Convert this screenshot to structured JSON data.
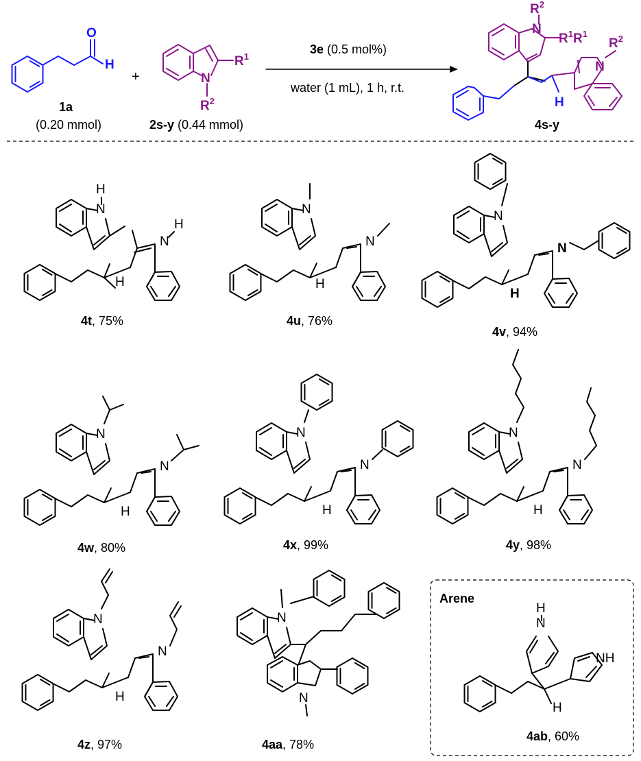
{
  "colors": {
    "blue": "#1a1aff",
    "purple": "#8b1a8b",
    "black": "#000000"
  },
  "reaction": {
    "aldehyde": {
      "id": "1a",
      "amount": "(0.20 mmol)",
      "atom_O": "O",
      "atom_H": "H"
    },
    "plus": "+",
    "indole": {
      "id": "2s-y",
      "amount": " (0.44 mmol)",
      "r1": "R",
      "r1_sup": "1",
      "r2": "R",
      "r2_sup": "2",
      "atom_N": "N"
    },
    "conditions": {
      "catalyst_id": "3e",
      "catalyst_load": " (0.5 mol%)",
      "solvent": "water (1 mL), 1 h, r.t."
    },
    "product": {
      "id": "4s-y",
      "r1a": "R",
      "r1b": "R",
      "r1_sup": "1",
      "r2": "R",
      "r2_sup": "2",
      "atom_N": "N",
      "atom_H": "H"
    }
  },
  "atoms": {
    "N": "N",
    "H": "H",
    "NH": "NH"
  },
  "box_title": "Arene",
  "compounds": [
    {
      "id": "4t",
      "yield": ", 75%"
    },
    {
      "id": "4u",
      "yield": ", 76%"
    },
    {
      "id": "4v",
      "yield": ", 94%"
    },
    {
      "id": "4w",
      "yield": ", 80%"
    },
    {
      "id": "4x",
      "yield": ", 99%"
    },
    {
      "id": "4y",
      "yield": ", 98%"
    },
    {
      "id": "4z",
      "yield": ", 97%"
    },
    {
      "id": "4aa",
      "yield": ", 78%"
    },
    {
      "id": "4ab",
      "yield": ", 60%"
    }
  ]
}
